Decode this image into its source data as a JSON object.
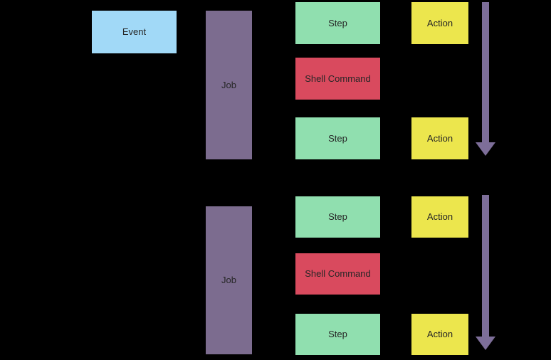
{
  "colors": {
    "background": "#000000",
    "event": "#A1D9F7",
    "job": "#7C6C8F",
    "step": "#90DFAF",
    "shell_command": "#D94A5E",
    "action": "#ECE64D",
    "arrow": "#7D6E99",
    "label_text": "#262626"
  },
  "workflows": [
    {
      "event": {
        "label": "Event"
      },
      "job": {
        "label": "Job"
      },
      "steps": [
        {
          "label": "Step"
        },
        {
          "label": "Shell Command"
        },
        {
          "label": "Step"
        }
      ],
      "actions": [
        {
          "label": "Action"
        },
        {
          "label": "Action"
        }
      ]
    },
    {
      "job": {
        "label": "Job"
      },
      "steps": [
        {
          "label": "Step"
        },
        {
          "label": "Shell Command"
        },
        {
          "label": "Step"
        }
      ],
      "actions": [
        {
          "label": "Action"
        },
        {
          "label": "Action"
        }
      ]
    }
  ]
}
